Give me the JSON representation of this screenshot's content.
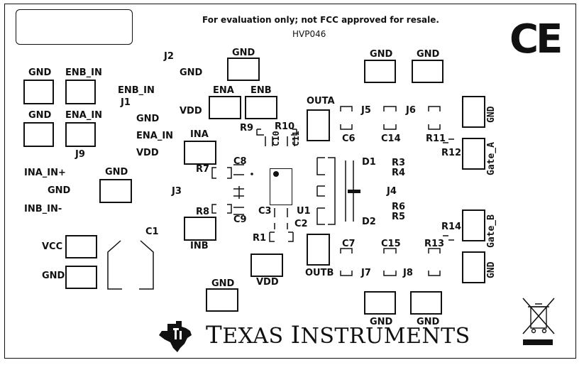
{
  "notice": "For evaluation only; not FCC approved for resale.",
  "board_id": "HVP046",
  "ce_mark": "CE",
  "logo": {
    "name": "TEXAS INSTRUMENTS",
    "word1_cap": "T",
    "word1_rest": "EXAS",
    "word2_cap": "I",
    "word2_rest": "NSTRUMENTS",
    "icon": "ti-state-logo-icon"
  },
  "weee_icon": "crossed-bin-icon",
  "labels": {
    "gnd": "GND",
    "vdd": "VDD",
    "vcc": "VCC",
    "enb_in": "ENB_IN",
    "ena_in": "ENA_IN",
    "ina_in_plus": "INA_IN+",
    "inb_in_minus": "INB_IN-",
    "ena": "ENA",
    "enb": "ENB",
    "ina": "INA",
    "inb": "INB",
    "outa": "OUTA",
    "outb": "OUTB",
    "gate_a": "Gate_A",
    "gate_b": "Gate_B",
    "j1": "J1",
    "j2": "J2",
    "j3": "J3",
    "j4": "J4",
    "j5": "J5",
    "j6": "J6",
    "j7": "J7",
    "j8": "J8",
    "j9": "J9",
    "c1": "C1",
    "c2": "C2",
    "c3": "C3",
    "c6": "C6",
    "c7": "C7",
    "c8": "C8",
    "c9": "C9",
    "c10": "C10",
    "c11": "C11",
    "c14": "C14",
    "c15": "C15",
    "r1": "R1",
    "r3": "R3",
    "r4": "R4",
    "r5": "R5",
    "r6": "R6",
    "r7": "R7",
    "r8": "R8",
    "r9": "R9",
    "r10": "R10",
    "r11": "R11",
    "r12": "R12",
    "r13": "R13",
    "r14": "R14",
    "d1": "D1",
    "d2": "D2",
    "u1": "U1"
  }
}
